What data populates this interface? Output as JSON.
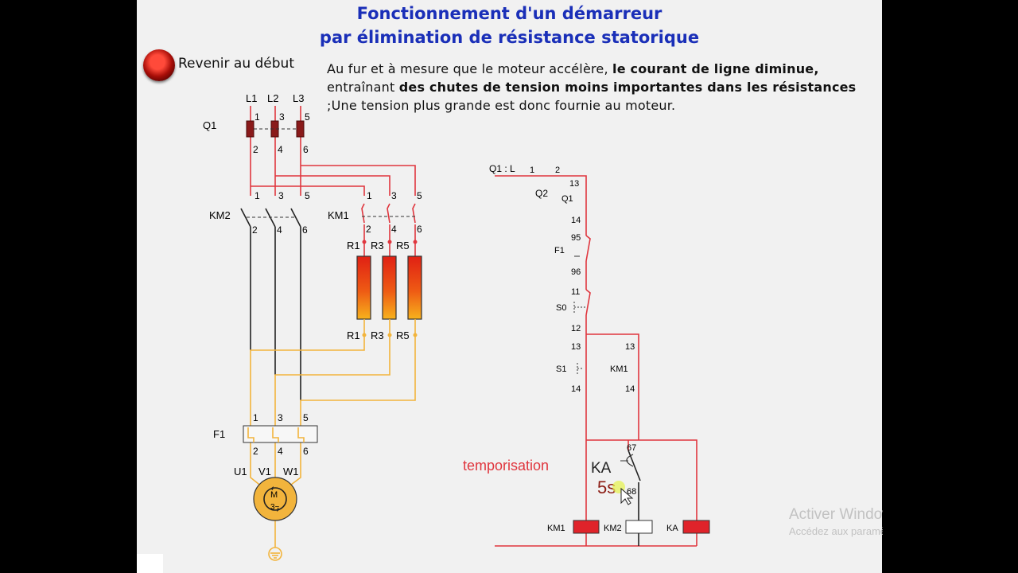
{
  "title": {
    "line1": "Fonctionnement d'un démarreur",
    "line2": "par élimination de résistance statorique"
  },
  "restart_button": {
    "label": "Revenir au début"
  },
  "description": {
    "part1": "Au fur et à mesure que le moteur accélère, ",
    "bold1": "le courant de ligne diminue,",
    "part2": " entraînant ",
    "bold2": "des chutes de tension moins importantes dans les résistances",
    "part3": " ;Une tension plus grande est donc fournie au moteur."
  },
  "power_circuit": {
    "lines": [
      "L1",
      "L2",
      "L3"
    ],
    "q1": {
      "label": "Q1",
      "top": [
        "1",
        "3",
        "5"
      ],
      "bottom": [
        "2",
        "4",
        "6"
      ]
    },
    "km2": {
      "label": "KM2",
      "top": [
        "1",
        "3",
        "5"
      ],
      "bottom": [
        "2",
        "4",
        "6"
      ]
    },
    "km1": {
      "label": "KM1",
      "top": [
        "1",
        "3",
        "5"
      ],
      "bottom": [
        "2",
        "4",
        "6"
      ]
    },
    "resistors": [
      "R1",
      "R3",
      "R5"
    ],
    "f1": {
      "label": "F1",
      "top": [
        "1",
        "3",
        "5"
      ],
      "bottom": [
        "2",
        "4",
        "6"
      ]
    },
    "motor_terminals": [
      "U1",
      "V1",
      "W1"
    ],
    "motor_label": "M",
    "motor_phase": "3~"
  },
  "control_circuit": {
    "q1_label": "Q1 : L",
    "q1_pins": [
      "1",
      "2"
    ],
    "q2": {
      "label": "Q2",
      "sub": "Q1",
      "top": "13",
      "bottom": "14"
    },
    "f1": {
      "label": "F1",
      "top": "95",
      "bottom": "96"
    },
    "s0": {
      "label": "S0",
      "top": "11",
      "bottom": "12"
    },
    "s1": {
      "label": "S1",
      "top": "13",
      "bottom": "14"
    },
    "km1_contact": {
      "label": "KM1",
      "top": "13",
      "bottom": "14"
    },
    "ka_contact": {
      "label": "KA",
      "top": "67",
      "bottom": "68",
      "delay": "5s"
    },
    "temporisation_label": "temporisation",
    "coils": [
      "KM1",
      "KM2",
      "KA"
    ]
  },
  "colors": {
    "energized": "#e0363e",
    "motor_side": "#f2b43c",
    "neutral_wire": "#222222",
    "title": "#1a2fb8"
  },
  "watermark": {
    "line1": "Activer Windows",
    "line2": "Accédez aux paramètres pour activer Windows."
  }
}
